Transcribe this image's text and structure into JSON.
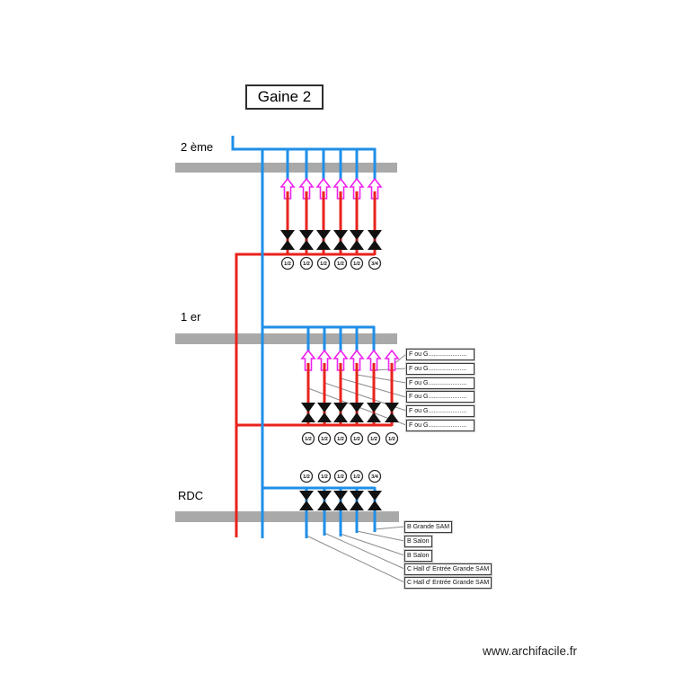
{
  "title": "Gaine 2",
  "watermark": "www.archifacile.fr",
  "colors": {
    "supply": "#e8231c",
    "return": "#1f8fe8",
    "arrow": "#ee22ee",
    "slab": "#a9a9a9",
    "leader": "#8c8c8c",
    "valve": "#111111"
  },
  "floors": {
    "second": {
      "label": "2 ème",
      "diameters": [
        "1/2",
        "1/2",
        "1/2",
        "1/2",
        "1/2",
        "3/4"
      ]
    },
    "first": {
      "label": "1 er",
      "diameters": [
        "1/2",
        "1/2",
        "1/2",
        "1/2",
        "1/2",
        "1/2"
      ],
      "branch_labels": [
        "F ou G......................",
        "F ou G......................",
        "F ou G......................",
        "F ou G......................",
        "F ou G......................",
        "F ou G......................"
      ]
    },
    "ground": {
      "label": "RDC",
      "diameters": [
        "1/2",
        "1/2",
        "1/2",
        "1/2",
        "3/4"
      ],
      "branch_labels": [
        "B Grande SAM",
        "B Salon",
        "B Salon",
        "C Hall d' Entrée Grande SAM",
        "C Hall d' Entrée Grande SAM"
      ]
    }
  }
}
